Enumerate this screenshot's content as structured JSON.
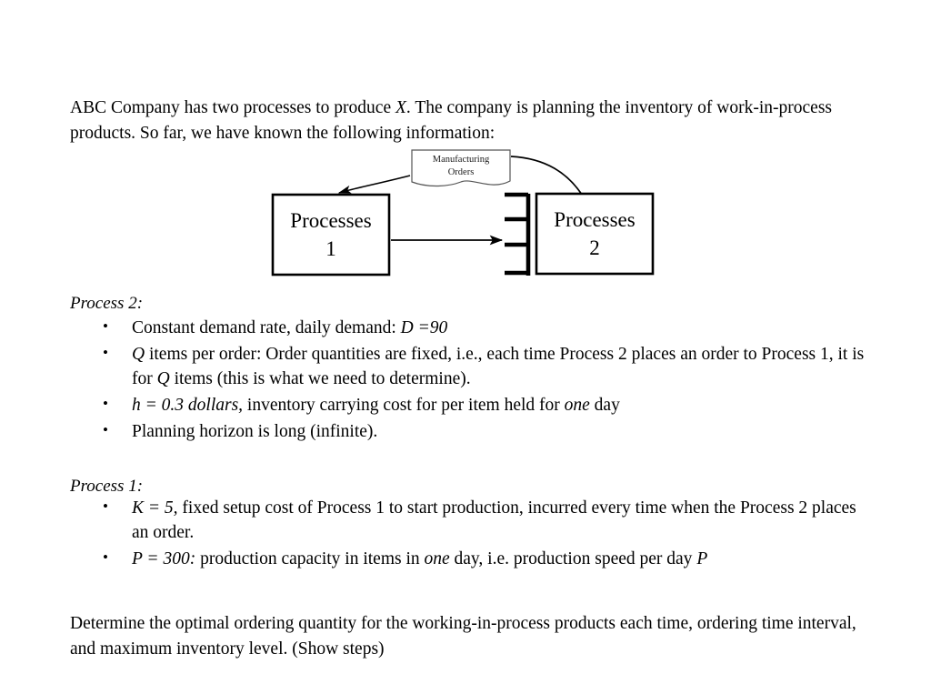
{
  "document": {
    "intro": {
      "text_parts": [
        {
          "t": "ABC Company has two processes to produce ",
          "i": false
        },
        {
          "t": "X",
          "i": true
        },
        {
          "t": ". The company is planning the inventory of work-in-process products. So far, we have known the following information:",
          "i": false
        }
      ],
      "plain": "ABC Company has two processes to produce X. The company is planning the inventory of work-in-process products. So far, we have known the following information:"
    },
    "diagram": {
      "name": "two-process-flow-diagram",
      "nodes": {
        "process_1": {
          "line1": "Processes",
          "line2": "1"
        },
        "process_2": {
          "line1": "Processes",
          "line2": "2"
        },
        "manufacturing_orders": {
          "line1": "Manufacturing",
          "line2": "Orders"
        }
      },
      "edges": [
        {
          "from": "manufacturing-orders",
          "to": "process-1",
          "arrow": true,
          "style": "curved"
        },
        {
          "from": "manufacturing-orders",
          "to": "process-2",
          "arrow": false,
          "style": "curved"
        },
        {
          "from": "process-1",
          "to": "inventory-buffer",
          "arrow": true,
          "style": "straight"
        }
      ],
      "buffer": {
        "name": "inventory-buffer",
        "ticks": 4
      },
      "stroke_color": "#000000"
    },
    "sections": [
      {
        "id": "process-2",
        "heading": "Process 2:",
        "bullets": [
          [
            {
              "t": "Constant demand rate, daily demand: ",
              "i": false
            },
            {
              "t": "D =90",
              "i": true
            }
          ],
          [
            {
              "t": "Q",
              "i": true
            },
            {
              "t": " items per order: Order quantities are fixed, i.e., each time Process 2 places an order to Process 1, it is for ",
              "i": false
            },
            {
              "t": "Q",
              "i": true
            },
            {
              "t": " items (this is what we need to determine).",
              "i": false
            }
          ],
          [
            {
              "t": "h = 0.3 dollars,",
              "i": true
            },
            {
              "t": " inventory carrying cost for per item held for ",
              "i": false
            },
            {
              "t": "one",
              "i": true
            },
            {
              "t": " day",
              "i": false
            }
          ],
          [
            {
              "t": "Planning horizon is long (infinite).",
              "i": false
            }
          ]
        ]
      },
      {
        "id": "process-1",
        "heading": "Process 1:",
        "bullets": [
          [
            {
              "t": "K = 5,",
              "i": true
            },
            {
              "t": " fixed setup cost of Process 1 to start production, incurred every time when the Process 2 places an order.",
              "i": false
            }
          ],
          [
            {
              "t": "P = 300:",
              "i": true
            },
            {
              "t": " production capacity in items in ",
              "i": false
            },
            {
              "t": "one",
              "i": true
            },
            {
              "t": " day, i.e. production speed per day ",
              "i": false
            },
            {
              "t": "P",
              "i": true
            }
          ]
        ]
      }
    ],
    "closing": {
      "text_parts": [
        {
          "t": "Determine the optimal ordering quantity for the working-in-process products each time, ordering time interval, and maximum inventory level. (Show steps)",
          "i": false
        }
      ],
      "plain": "Determine the optimal ordering quantity for the working-in-process products each time, ordering time interval, and maximum inventory level. (Show steps)"
    },
    "bullet_glyph": "•",
    "given_values": {
      "D": "90",
      "h": "0.3",
      "K": "5",
      "P": "300"
    }
  }
}
